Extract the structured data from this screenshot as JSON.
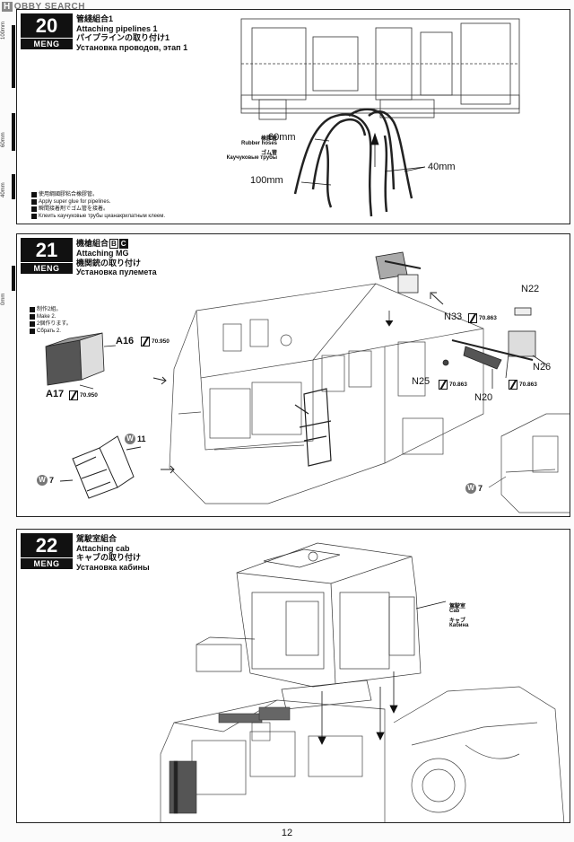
{
  "watermark": {
    "badge": "H",
    "text": "OBBY SEARCH"
  },
  "ruler": {
    "labels": [
      "100mm",
      "60mm",
      "40mm",
      "0mm"
    ]
  },
  "step20": {
    "number": "20",
    "brand": "MENG",
    "title_cn": "管綫組合1",
    "title_en": "Attaching pipelines 1",
    "title_jp": "パイプラインの取り付け1",
    "title_ru": "Установка проводов, этап 1",
    "hose_label_cn": "橡膠管",
    "hose_label_en": "Rubber hoses",
    "hose_label_jp": "ゴム管",
    "hose_label_ru": "Каучуковые трубы",
    "len_60": "60mm",
    "len_40": "40mm",
    "len_100": "100mm",
    "notes": [
      "使用綱國膠粘合橡膠管。",
      "Apply super glue for pipelines.",
      "瞬間接着剤でゴム管を接着。",
      "Клеить каучуковые трубы цианакрилатным клеем."
    ]
  },
  "step21": {
    "number": "21",
    "brand": "MENG",
    "title_cn": "機槍組合",
    "title_tag_b": "B",
    "title_tag_c": "C",
    "title_en": "Attaching MG",
    "title_jp": "機関銃の取り付け",
    "title_ru": "Установка пулемета",
    "notes": [
      "制作2組。",
      "Make 2.",
      "2個作ります。",
      "Сбрать 2."
    ],
    "parts": {
      "a16": "A16",
      "a17": "A17",
      "n22": "N22",
      "n33": "N33",
      "n26": "N26",
      "n25": "N25",
      "n20": "N20"
    },
    "paints": {
      "a16": "70.950",
      "a17": "70.950",
      "n33": "70.863",
      "n25": "70.863",
      "n20": "70.863"
    },
    "w11": "11",
    "w7": "7",
    "w7b": "7"
  },
  "step22": {
    "number": "22",
    "brand": "MENG",
    "title_cn": "駕駛室組合",
    "title_en": "Attaching cab",
    "title_jp": "キャブの取り付け",
    "title_ru": "Установка кабины",
    "cab_cn": "駕駛室",
    "cab_en": "Cab",
    "cab_jp": "キャブ",
    "cab_ru": "Кабина"
  },
  "page_number": "12"
}
